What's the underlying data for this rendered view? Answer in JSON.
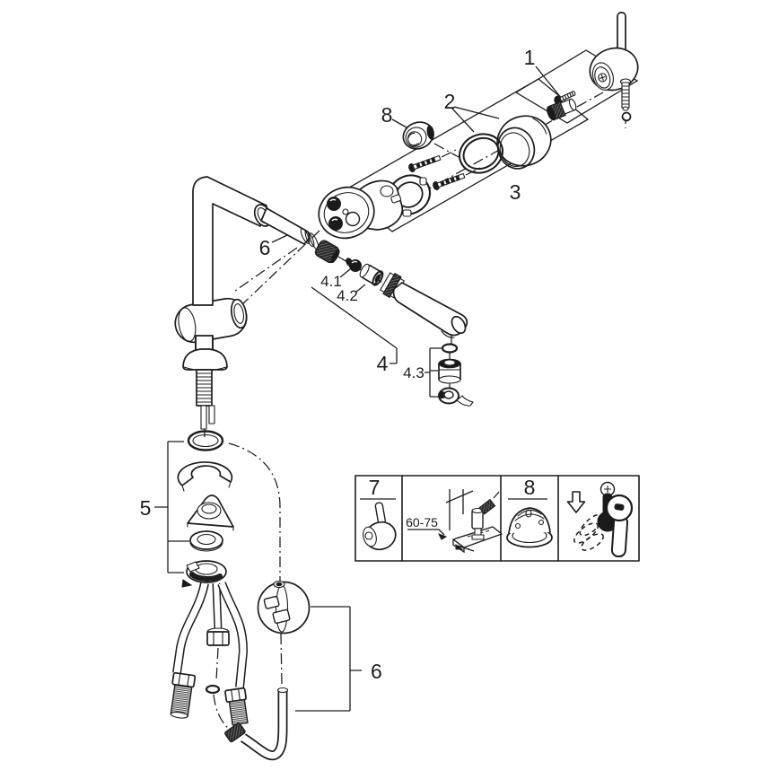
{
  "diagram": {
    "type": "exploded-parts-diagram",
    "subject": "single-lever kitchen faucet with pull-out spray and mounting hardware",
    "background": "#ffffff",
    "line_color": "#1d1d1d",
    "callouts": {
      "part1": "1",
      "part2": "2",
      "part3": "3",
      "part4": "4",
      "part4_1": "4.1",
      "part4_2": "4.2",
      "part4_3": "4.3",
      "part5": "5",
      "part6_spout": "6",
      "part6_hose": "6",
      "part8": "8"
    },
    "inset_panel": {
      "part7_label": "7",
      "part8_label": "8",
      "mounting_dimension": "60-75"
    }
  }
}
